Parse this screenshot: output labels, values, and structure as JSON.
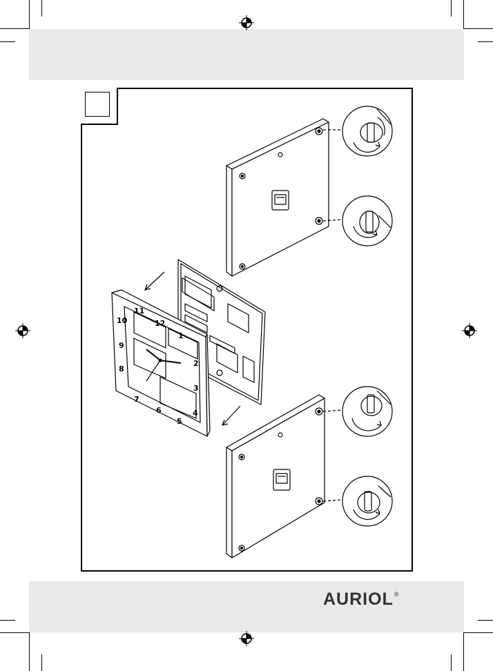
{
  "figure": {
    "number": ""
  },
  "brand": {
    "name": "AURIOL",
    "registered": "®"
  },
  "clock_face": {
    "numerals": [
      "10",
      "11",
      "12",
      "1",
      "2",
      "3",
      "4",
      "5",
      "6",
      "7",
      "8",
      "9"
    ]
  },
  "colors": {
    "band": "#e9e9ea",
    "ink": "#000000",
    "brand": "#333333"
  }
}
